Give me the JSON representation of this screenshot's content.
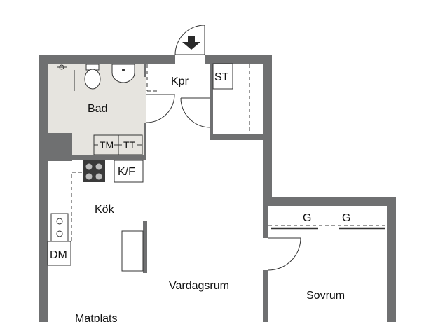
{
  "rooms": {
    "bad": "Bad",
    "kpr": "Kpr",
    "st": "ST",
    "tm": "TM",
    "tt": "TT",
    "kf": "K/F",
    "kok": "Kök",
    "dm": "DM",
    "vardagsrum": "Vardagsrum",
    "sovrum": "Sovrum",
    "g1": "G",
    "g2": "G",
    "matplats": "Matplats"
  },
  "colors": {
    "wall": "#6f7071",
    "bathroom_floor": "#e6e4df",
    "line": "#333333"
  },
  "icons": {
    "entrance": "entrance-arrow-icon",
    "stove": "stove-icon",
    "sink": "sink-icon",
    "toilet": "toilet-icon",
    "washbasin": "washbasin-icon",
    "shower": "shower-icon"
  }
}
